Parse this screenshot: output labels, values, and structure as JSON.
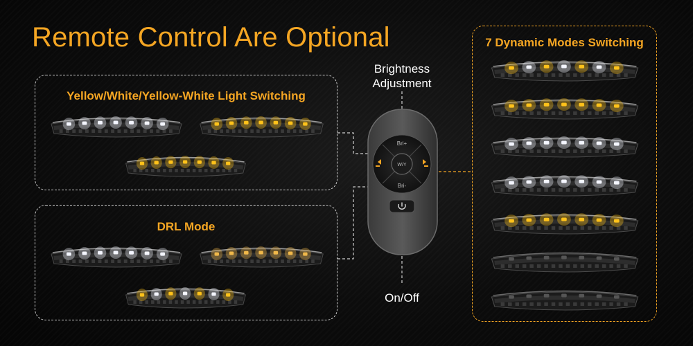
{
  "title": "Remote Control Are Optional",
  "panels": {
    "color_switching": {
      "title": "Yellow/White/Yellow-White Light Switching"
    },
    "drl_mode": {
      "title": "DRL Mode"
    },
    "dynamic_modes": {
      "title": "7 Dynamic Modes Switching"
    }
  },
  "remote": {
    "brightness_label_line1": "Brightness",
    "brightness_label_line2": "Adjustment",
    "onoff_label": "On/Off",
    "button_labels": [
      "Bri+",
      "W/Y",
      "Bri-"
    ]
  },
  "colors": {
    "accent": "#f5a623",
    "white_led": "#f4f6ff",
    "yellow_led": "#ffc21a",
    "panel_border": "#cfcfcf"
  },
  "icons": [
    "remote-control-icon",
    "power-icon",
    "light-bar-icon"
  ]
}
